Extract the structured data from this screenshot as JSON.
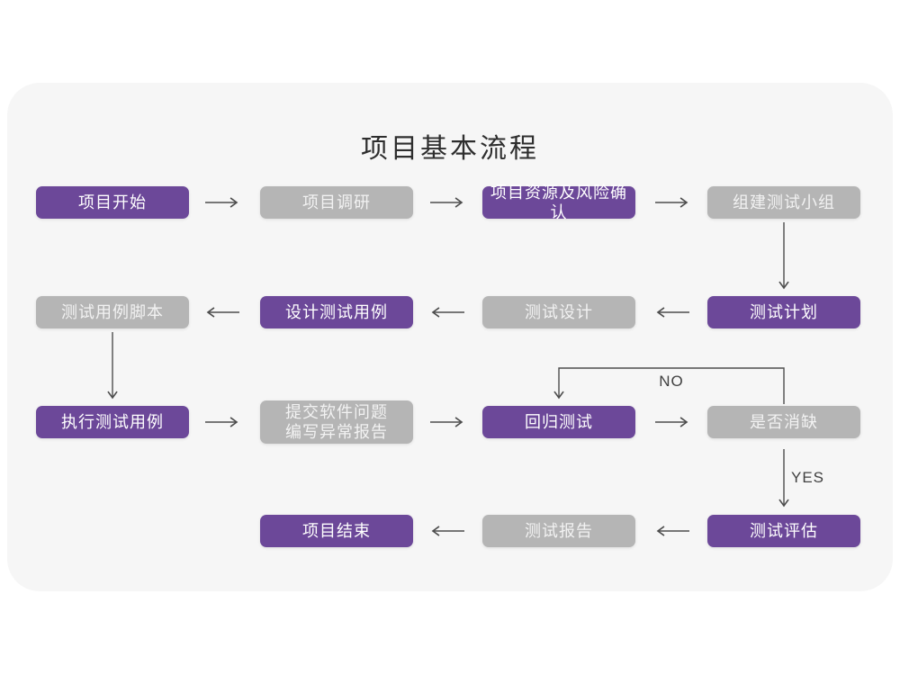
{
  "title": "项目基本流程",
  "colors": {
    "accent_purple": "#6c4899",
    "node_gray": "#b5b5b5",
    "card_background": "#f6f6f6",
    "arrow": "#4d4d4d",
    "title_text": "#2e2e2e"
  },
  "flowchart": {
    "nodes": [
      {
        "id": "project-start",
        "label": "项目开始",
        "variant": "purple"
      },
      {
        "id": "project-research",
        "label": "项目调研",
        "variant": "gray"
      },
      {
        "id": "resource-risk",
        "label": "项目资源及风险确认",
        "variant": "purple"
      },
      {
        "id": "build-test-team",
        "label": "组建测试小组",
        "variant": "gray"
      },
      {
        "id": "test-plan",
        "label": "测试计划",
        "variant": "purple"
      },
      {
        "id": "test-design",
        "label": "测试设计",
        "variant": "gray"
      },
      {
        "id": "design-test-cases",
        "label": "设计测试用例",
        "variant": "purple"
      },
      {
        "id": "test-case-script",
        "label": "测试用例脚本",
        "variant": "gray"
      },
      {
        "id": "execute-test-cases",
        "label": "执行测试用例",
        "variant": "purple"
      },
      {
        "id": "submit-issue-report",
        "label": "提交软件问题",
        "label2": "编写异常报告",
        "variant": "gray"
      },
      {
        "id": "regression-test",
        "label": "回归测试",
        "variant": "purple"
      },
      {
        "id": "defect-resolved",
        "label": "是否消缺",
        "variant": "gray"
      },
      {
        "id": "test-evaluation",
        "label": "测试评估",
        "variant": "purple"
      },
      {
        "id": "test-report",
        "label": "测试报告",
        "variant": "gray"
      },
      {
        "id": "project-end",
        "label": "项目结束",
        "variant": "purple"
      }
    ],
    "decision_labels": {
      "no": "NO",
      "yes": "YES"
    }
  }
}
